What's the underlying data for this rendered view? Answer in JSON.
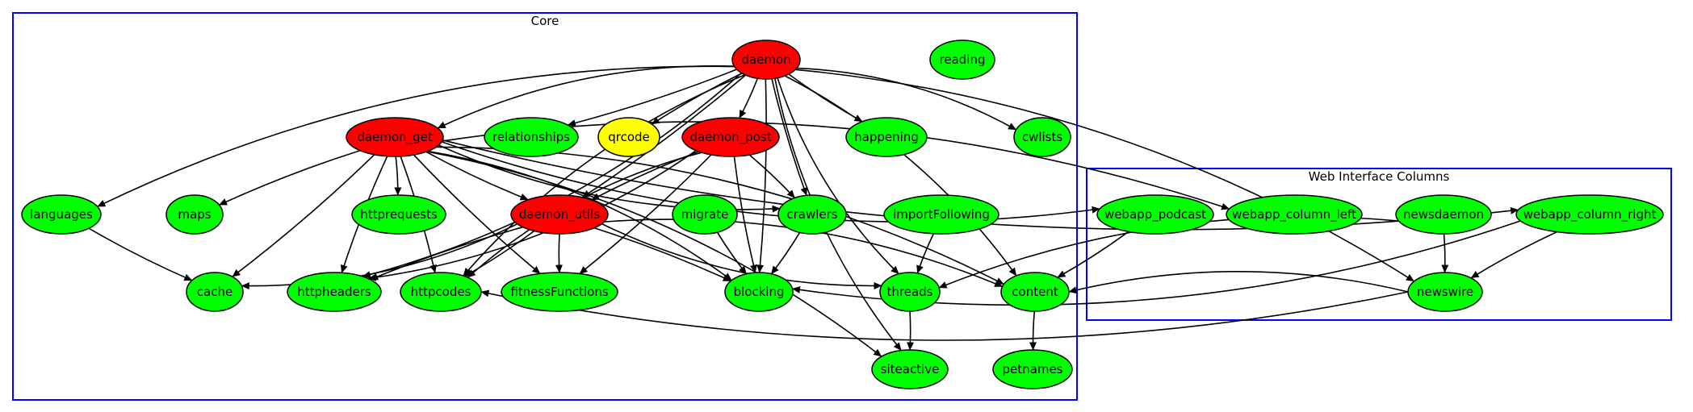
{
  "colors": {
    "red": "#ff0000",
    "green": "#00ff00",
    "yellow": "#ffff00",
    "cluster_border": "#0000ff",
    "edge": "#000000"
  },
  "clusters": [
    {
      "id": "core",
      "label": "Core"
    },
    {
      "id": "web",
      "label": "Web Interface Columns"
    }
  ],
  "nodes": [
    {
      "id": "daemon",
      "label": "daemon",
      "color": "red"
    },
    {
      "id": "reading",
      "label": "reading",
      "color": "green"
    },
    {
      "id": "daemon_get",
      "label": "daemon_get",
      "color": "red"
    },
    {
      "id": "relationships",
      "label": "relationships",
      "color": "green"
    },
    {
      "id": "qrcode",
      "label": "qrcode",
      "color": "yellow"
    },
    {
      "id": "daemon_post",
      "label": "daemon_post",
      "color": "red"
    },
    {
      "id": "happening",
      "label": "happening",
      "color": "green"
    },
    {
      "id": "cwlists",
      "label": "cwlists",
      "color": "green"
    },
    {
      "id": "languages",
      "label": "languages",
      "color": "green"
    },
    {
      "id": "maps",
      "label": "maps",
      "color": "green"
    },
    {
      "id": "httprequests",
      "label": "httprequests",
      "color": "green"
    },
    {
      "id": "daemon_utils",
      "label": "daemon_utils",
      "color": "red"
    },
    {
      "id": "migrate",
      "label": "migrate",
      "color": "green"
    },
    {
      "id": "crawlers",
      "label": "crawlers",
      "color": "green"
    },
    {
      "id": "importFollowing",
      "label": "importFollowing",
      "color": "green"
    },
    {
      "id": "cache",
      "label": "cache",
      "color": "green"
    },
    {
      "id": "httpheaders",
      "label": "httpheaders",
      "color": "green"
    },
    {
      "id": "httpcodes",
      "label": "httpcodes",
      "color": "green"
    },
    {
      "id": "fitnessFunctions",
      "label": "fitnessFunctions",
      "color": "green"
    },
    {
      "id": "blocking",
      "label": "blocking",
      "color": "green"
    },
    {
      "id": "threads",
      "label": "threads",
      "color": "green"
    },
    {
      "id": "content",
      "label": "content",
      "color": "green"
    },
    {
      "id": "siteactive",
      "label": "siteactive",
      "color": "green"
    },
    {
      "id": "petnames",
      "label": "petnames",
      "color": "green"
    },
    {
      "id": "webapp_podcast",
      "label": "webapp_podcast",
      "color": "green"
    },
    {
      "id": "webapp_column_left",
      "label": "webapp_column_left",
      "color": "green"
    },
    {
      "id": "newsdaemon",
      "label": "newsdaemon",
      "color": "green"
    },
    {
      "id": "webapp_column_right",
      "label": "webapp_column_right",
      "color": "green"
    },
    {
      "id": "newswire",
      "label": "newswire",
      "color": "green"
    }
  ],
  "edges": [
    [
      "daemon",
      "daemon_get"
    ],
    [
      "daemon",
      "relationships"
    ],
    [
      "daemon",
      "qrcode"
    ],
    [
      "daemon",
      "daemon_post"
    ],
    [
      "daemon",
      "happening"
    ],
    [
      "daemon",
      "cwlists"
    ],
    [
      "daemon",
      "languages"
    ],
    [
      "daemon",
      "httpheaders"
    ],
    [
      "daemon",
      "httpcodes"
    ],
    [
      "daemon",
      "daemon_utils"
    ],
    [
      "daemon",
      "crawlers"
    ],
    [
      "daemon",
      "blocking"
    ],
    [
      "daemon",
      "threads"
    ],
    [
      "daemon",
      "content"
    ],
    [
      "daemon",
      "siteactive"
    ],
    [
      "daemon",
      "newswire"
    ],
    [
      "daemon_get",
      "maps"
    ],
    [
      "daemon_get",
      "httprequests"
    ],
    [
      "daemon_get",
      "daemon_utils"
    ],
    [
      "daemon_get",
      "cache"
    ],
    [
      "daemon_get",
      "httpheaders"
    ],
    [
      "daemon_get",
      "httpcodes"
    ],
    [
      "daemon_get",
      "fitnessFunctions"
    ],
    [
      "daemon_get",
      "blocking"
    ],
    [
      "daemon_get",
      "crawlers"
    ],
    [
      "daemon_get",
      "siteactive"
    ],
    [
      "daemon_get",
      "webapp_podcast"
    ],
    [
      "daemon_get",
      "webapp_column_left"
    ],
    [
      "daemon_get",
      "webapp_column_right"
    ],
    [
      "daemon_get",
      "content"
    ],
    [
      "daemon_post",
      "daemon_utils"
    ],
    [
      "daemon_post",
      "crawlers"
    ],
    [
      "daemon_post",
      "blocking"
    ],
    [
      "daemon_post",
      "httpheaders"
    ],
    [
      "daemon_post",
      "httpcodes"
    ],
    [
      "daemon_post",
      "fitnessFunctions"
    ],
    [
      "languages",
      "cache"
    ],
    [
      "daemon_utils",
      "cache"
    ],
    [
      "daemon_utils",
      "httpheaders"
    ],
    [
      "daemon_utils",
      "httpcodes"
    ],
    [
      "daemon_utils",
      "fitnessFunctions"
    ],
    [
      "daemon_utils",
      "blocking"
    ],
    [
      "daemon_utils",
      "threads"
    ],
    [
      "daemon_utils",
      "content"
    ],
    [
      "migrate",
      "blocking"
    ],
    [
      "crawlers",
      "blocking"
    ],
    [
      "importFollowing",
      "threads"
    ],
    [
      "threads",
      "siteactive"
    ],
    [
      "content",
      "petnames"
    ],
    [
      "webapp_podcast",
      "content"
    ],
    [
      "newsdaemon",
      "threads"
    ],
    [
      "newsdaemon",
      "newswire"
    ],
    [
      "webapp_column_right",
      "newswire"
    ],
    [
      "webapp_column_right",
      "blocking"
    ],
    [
      "newswire",
      "content"
    ],
    [
      "newswire",
      "httpcodes"
    ]
  ]
}
